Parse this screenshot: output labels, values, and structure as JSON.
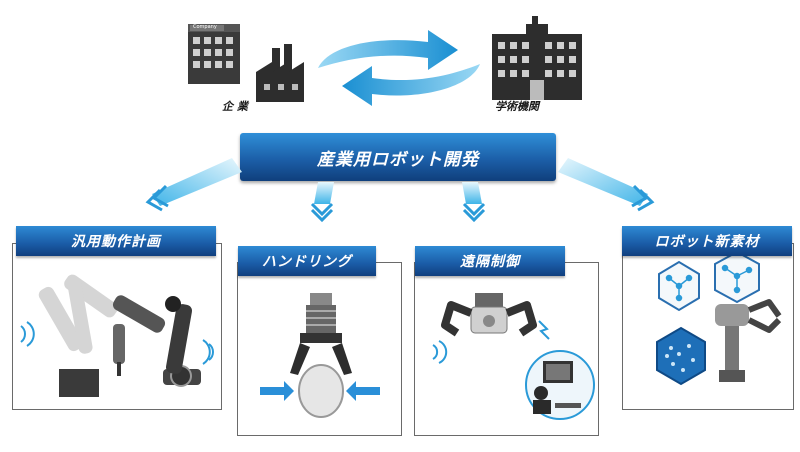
{
  "top": {
    "left_label": "企 業",
    "right_label": "学術機関",
    "building_sign": "Company"
  },
  "center_title": "産業用ロボット開発",
  "categories": [
    {
      "label": "汎用動作計画"
    },
    {
      "label": "ハンドリング"
    },
    {
      "label": "遠隔制御"
    },
    {
      "label": "ロボット新素材"
    }
  ],
  "colors": {
    "banner_blue": "#1c5fa8",
    "arrow_cyan": "#3fb4e8",
    "robot_gray": "#555555"
  }
}
